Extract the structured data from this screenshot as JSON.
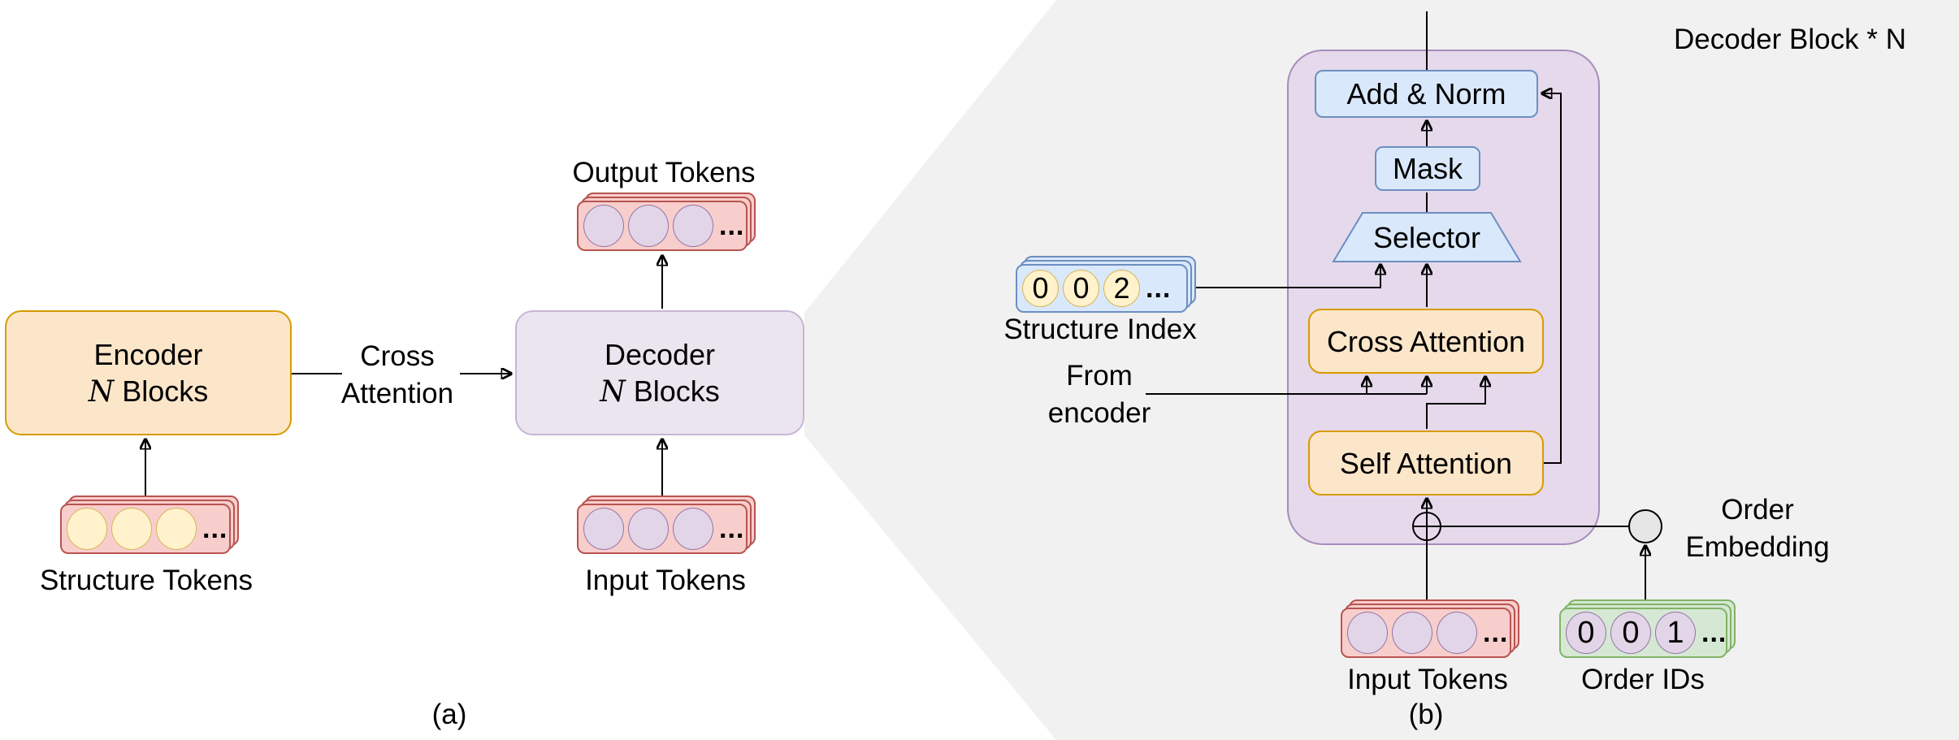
{
  "ellipsis": "...",
  "colors": {
    "background": "#FFFFFF",
    "zoom_panel_gray": "#F1F1F1",
    "orange_fill": "#FCE6CA",
    "orange_border": "#D79B00",
    "blue_fill": "#DAE8FC",
    "blue_border": "#6C8EBF",
    "red_fill": "#F8CECC",
    "red_border": "#B85450",
    "green_fill": "#D5E8D4",
    "green_border": "#82B366",
    "purple_token_fill": "#E1D5E7",
    "purple_token_border": "#9673A6",
    "yellow_token_fill": "#FFF2CC",
    "yellow_token_border": "#D6B656",
    "decoder_block_fill": "#E5D9EB",
    "order_embedding_fill": "#E6E6E6",
    "line_color": "#000000"
  },
  "panel_a": {
    "encoder": {
      "line1": "Encoder",
      "n": "N",
      "suffix": " Blocks"
    },
    "decoder": {
      "line1": "Decoder",
      "n": "N",
      "suffix": " Blocks"
    },
    "cross_attention": {
      "line1": "Cross",
      "line2": "Attention"
    },
    "output_tokens_label": "Output Tokens",
    "input_tokens_label": "Input Tokens",
    "structure_tokens_label": "Structure Tokens",
    "caption": "(a)"
  },
  "panel_b": {
    "title": "Decoder Block * N",
    "add_norm": "Add & Norm",
    "mask": "Mask",
    "selector": "Selector",
    "cross_attention": "Cross Attention",
    "self_attention": "Self Attention",
    "from_encoder": {
      "line1": "From",
      "line2": "encoder"
    },
    "structure_index": {
      "label": "Structure Index",
      "values": [
        "0",
        "0",
        "2"
      ]
    },
    "order_ids": {
      "label": "Order IDs",
      "values": [
        "0",
        "0",
        "1"
      ]
    },
    "input_tokens_label": "Input Tokens",
    "order_embedding": {
      "line1": "Order",
      "line2": "Embedding"
    },
    "caption": "(b)"
  }
}
